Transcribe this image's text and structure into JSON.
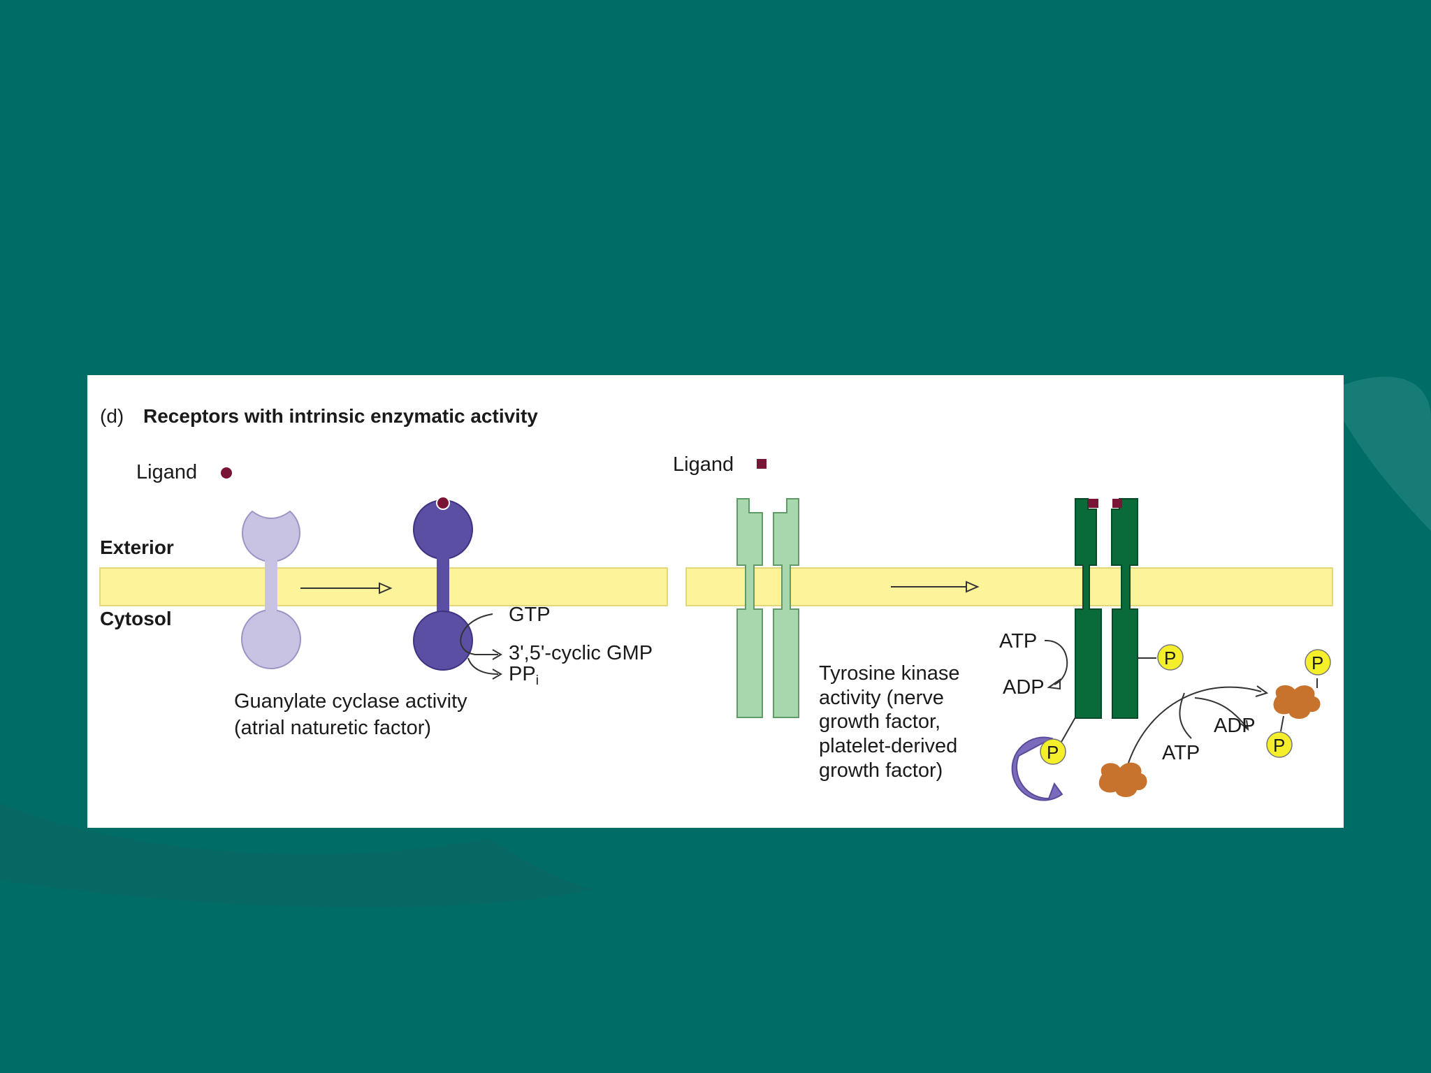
{
  "figure": {
    "panel_label": "(d)",
    "title": "Receptors with intrinsic enzymatic activity",
    "side_labels": {
      "exterior": "Exterior",
      "cytosol": "Cytosol"
    },
    "left_panel": {
      "ligand_label": "Ligand",
      "products": {
        "gtp": "GTP",
        "cgmp": "3',5'-cyclic GMP",
        "ppi_main": "PP",
        "ppi_sub": "i"
      },
      "caption_line1": "Guanylate cyclase activity",
      "caption_line2": "(atrial naturetic factor)"
    },
    "right_panel": {
      "ligand_label": "Ligand",
      "atp_upper": "ATP",
      "adp_upper": "ADP",
      "caption_lines": [
        "Tyrosine kinase",
        "activity (nerve",
        "growth factor,",
        "platelet-derived",
        "growth factor)"
      ],
      "atp_lower": "ATP",
      "adp_lower": "ADP",
      "phosphate": "P"
    },
    "colors": {
      "membrane": "#fdf39a",
      "inactive_cyclase": "#c9c3e3",
      "active_cyclase": "#5a4fa3",
      "ligand": "#7a1437",
      "inactive_kinase": "#a9d7ad",
      "active_kinase": "#0a6b3a",
      "phosphate": "#f5ee2a",
      "substrate": "#c8732d",
      "docking_protein": "#7c6bbd"
    }
  }
}
